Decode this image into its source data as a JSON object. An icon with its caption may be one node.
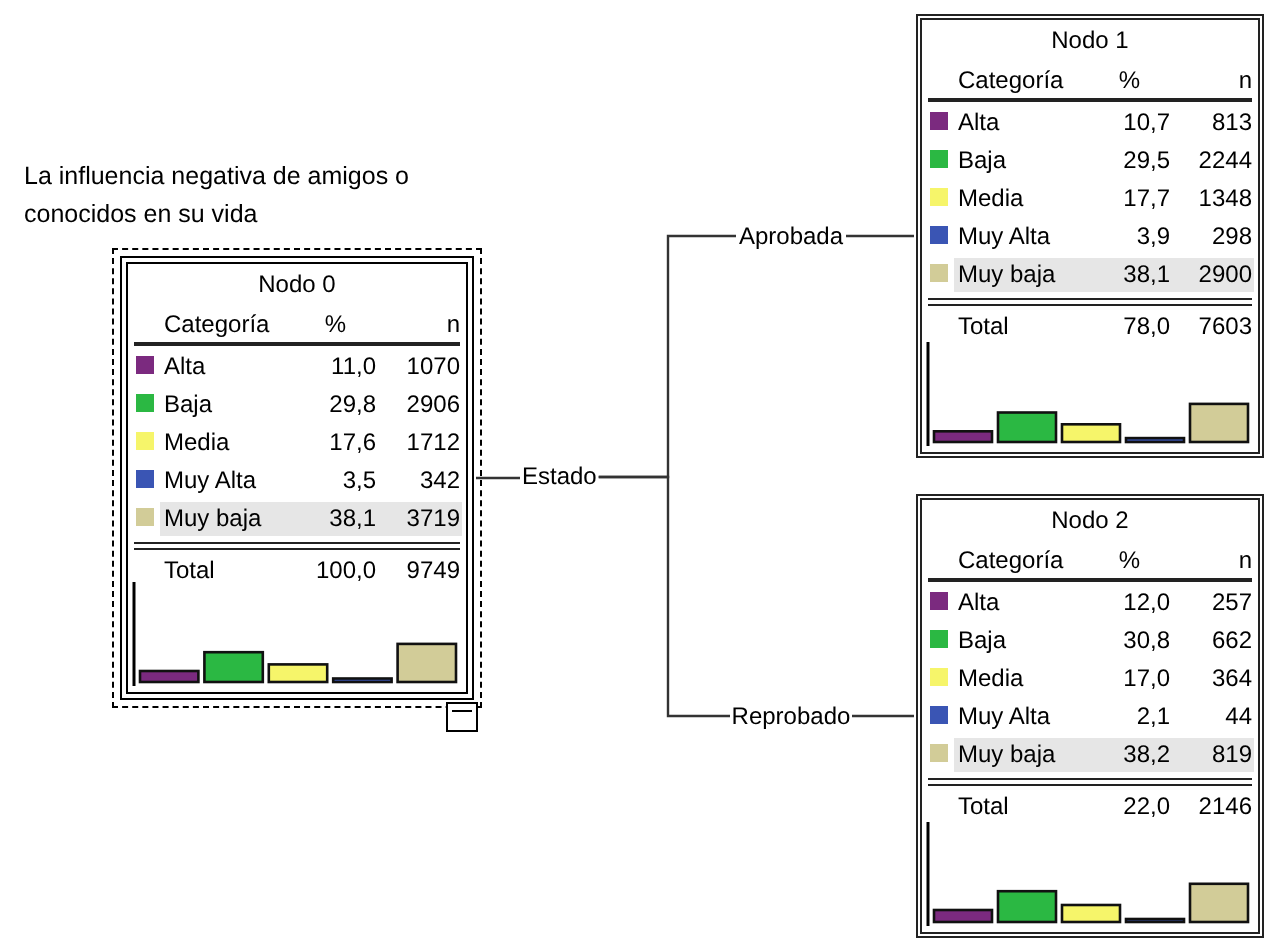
{
  "diagram": {
    "title": "La influencia negativa de amigos o conocidos en su vida",
    "nodes": [
      {
        "text": [
          "Nodo 0",
          "Categoría",
          "%",
          "n",
          "Alta",
          "11,0",
          "1070",
          "Baja",
          "29,8",
          "2906",
          "Media",
          "17,6",
          "1712",
          "Muy Alta",
          "3,5",
          "342",
          "Muy baja",
          "38,1",
          "3719",
          "Total",
          "100,0",
          "9749"
        ]
      },
      {
        "text": [
          "Nodo 1",
          "Categoría",
          "%",
          "n",
          "Alta",
          "10,7",
          "813",
          "Baja",
          "29,5",
          "2244",
          "Media",
          "17,7",
          "1348",
          "Muy Alta",
          "3,9",
          "298",
          "Muy baja",
          "38,1",
          "2900",
          "Total",
          "78,0",
          "7603"
        ]
      },
      {
        "text": [
          "Nodo 2",
          "Categoría",
          "%",
          "n",
          "Alta",
          "12,0",
          "257",
          "Baja",
          "30,8",
          "662",
          "Media",
          "17,0",
          "364",
          "Muy Alta",
          "2,1",
          "44",
          "Muy baja",
          "38,2",
          "819",
          "Total",
          "22,0",
          "2146"
        ]
      },
      {
        "text": [
          "Estado"
        ]
      }
    ],
    "edges": [
      {
        "from": 0,
        "to": 3,
        "arrow": "none"
      },
      {
        "from": 3,
        "to": 1,
        "arrow": "none",
        "label": "Aprobada"
      },
      {
        "from": 3,
        "to": 2,
        "arrow": "none",
        "label": "Reprobado"
      }
    ]
  }
}
